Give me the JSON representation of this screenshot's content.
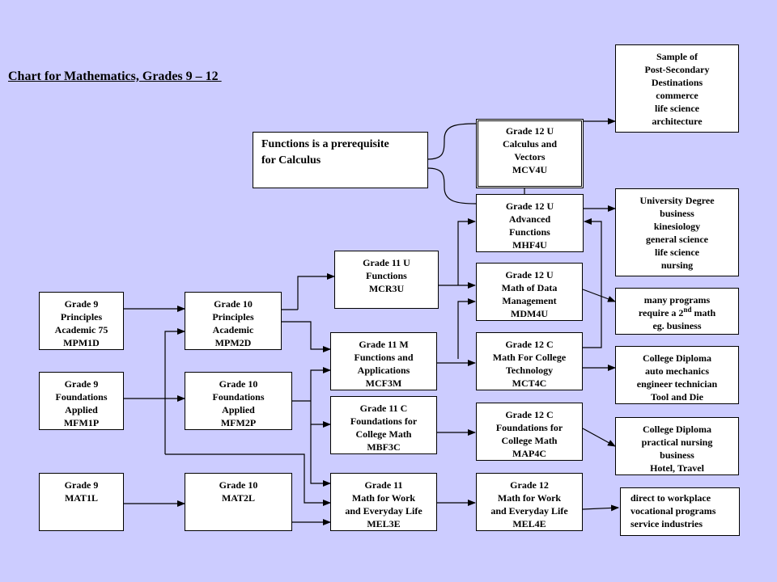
{
  "title": "Chart for Mathematics, Grades 9 – 12 ",
  "note": [
    "Functions is a prerequisite",
    "for Calculus"
  ],
  "boxes": {
    "g9_academic": [
      "Grade 9",
      "Principles",
      "Academic 75",
      "MPM1D"
    ],
    "g9_applied": [
      "Grade 9",
      "Foundations",
      "Applied",
      "MFM1P"
    ],
    "g9_locally": [
      "Grade 9",
      "MAT1L"
    ],
    "g10_academic": [
      "Grade 10",
      "Principles",
      "Academic",
      "MPM2D"
    ],
    "g10_applied": [
      "Grade 10",
      "Foundations",
      "Applied",
      "MFM2P"
    ],
    "g10_locally": [
      "Grade 10",
      "MAT2L"
    ],
    "g11_u": [
      "Grade 11 U",
      "Functions",
      "MCR3U"
    ],
    "g11_m": [
      "Grade 11 M",
      "Functions and",
      "Applications",
      "MCF3M"
    ],
    "g11_c": [
      "Grade 11 C",
      "Foundations for",
      "College Math",
      "MBF3C"
    ],
    "g11_e": [
      "Grade 11",
      "Math for Work",
      "and Everyday Life",
      "MEL3E"
    ],
    "g12_calculus": [
      "Grade 12 U",
      "Calculus and",
      "Vectors",
      "MCV4U"
    ],
    "g12_advanced": [
      "Grade 12 U",
      "Advanced",
      "Functions",
      "MHF4U"
    ],
    "g12_data": [
      "Grade 12 U",
      "Math of Data",
      "Management",
      "MDM4U"
    ],
    "g12_tech": [
      "Grade 12 C",
      "Math For College",
      "Technology",
      "MCT4C"
    ],
    "g12_college": [
      "Grade 12 C",
      "Foundations for",
      "College Math",
      "MAP4C"
    ],
    "g12_e": [
      "Grade 12",
      "Math for Work",
      "and Everyday Life",
      "MEL4E"
    ],
    "dest_sample": [
      "Sample of",
      "Post-Secondary",
      "Destinations",
      "commerce",
      "life science",
      "architecture"
    ],
    "dest_university": [
      "University Degree",
      "business",
      "kinesiology",
      "general science",
      "life science",
      "nursing"
    ],
    "dest_many_line1": "many programs",
    "dest_many_line2a": "require a 2",
    "dest_many_sup": "nd",
    "dest_many_line2b": " math",
    "dest_many_line3": "eg. business",
    "dest_diploma1": [
      "College Diploma",
      "auto mechanics",
      "engineer technician",
      "Tool and Die"
    ],
    "dest_diploma2": [
      "College Diploma",
      "practical nursing",
      "business",
      "Hotel, Travel"
    ],
    "dest_workplace": [
      "direct to workplace",
      "vocational programs",
      "service industries"
    ]
  }
}
